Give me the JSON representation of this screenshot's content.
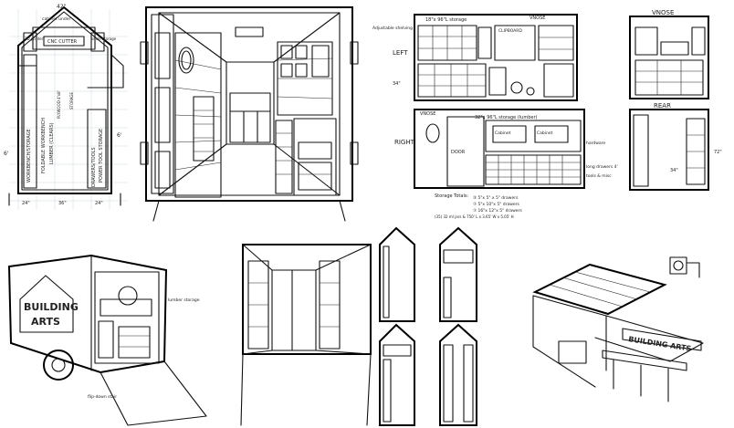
{
  "colors": {
    "ink": "#111111",
    "paper": "#ffffff",
    "grid": "#cfd9df"
  },
  "p1": {
    "dim_top": "42\"",
    "cabinet_label": "cabinet under",
    "cnc_cutter": "CNC CUTTER",
    "label_3d_printer": "3D printer",
    "label_small_storage": "small storage",
    "label_lumber": "LUMBER (CLEARS)",
    "label_plywood": "PLYWOOD 4'x8'",
    "label_storage": "STORAGE",
    "label_workbench": "WORKBENCH/STORAGE",
    "label_drawers": "DRAWERS/TOOLS",
    "label_foldable": "FOLDABLE WORKBENCH",
    "label_power_tool": "POWER TOOL STORAGE",
    "dim_left": "6'",
    "dim_mid": "6'",
    "dim_24a": "24\"",
    "dim_36": "36\"",
    "dim_24b": "24\""
  },
  "p3": {
    "title_left": "LEFT",
    "title_vnose": "VNOSE",
    "title_right": "RIGHT",
    "title_rear": "REAR",
    "label_adjustable": "Adjustable shelving",
    "label_shelf_top": "18\"x 96\"L storage",
    "label_clipboard": "CLIPBOARD",
    "label_door": "DOOR",
    "label_vnose2": "VNOSE",
    "label_right_storage": "32\"x 96\"L storage (lumber)",
    "label_cabinet1": "Cabinet",
    "label_cabinet2": "Cabinet",
    "label_hardware": "hardware",
    "label_long_drawers": "long drawers 4'",
    "label_right_notes": "tools & misc",
    "label_storage_totals": "Storage Totals:",
    "storage_line1": "③ 5\"x 5\" x 5\" drawers",
    "storage_line2": "⑦ 5\"x 10\"x 5\" drawers",
    "storage_line3": "⑦ 16\"x 12\"x 5\" drawers",
    "storage_line4": "(35) 32 ml jars & 750' L x 3.65' W x 5.05' H",
    "dim_34": "34\"",
    "dim_72": "72\""
  },
  "p4": {
    "sign_line1": "BUILDING",
    "sign_line2": "ARTS",
    "note_rear": "flip-down stair",
    "note_side": "lumber storage"
  },
  "p7": {
    "sign": "BUILDING ARTS"
  }
}
